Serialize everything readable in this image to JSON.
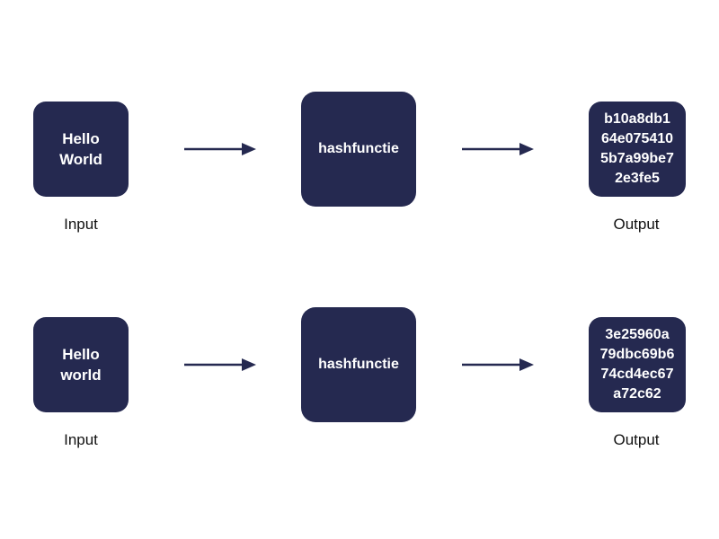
{
  "rows": [
    {
      "input_lines": [
        "Hello",
        "World"
      ],
      "hash_label": "hashfunctie",
      "output_lines": [
        "b10a8db1",
        "64e075410",
        "5b7a99be7",
        "2e3fe5"
      ],
      "input_caption": "Input",
      "output_caption": "Output"
    },
    {
      "input_lines": [
        "Hello",
        "world"
      ],
      "hash_label": "hashfunctie",
      "output_lines": [
        "3e25960a",
        "79dbc69b6",
        "74cd4ec67",
        "a72c62"
      ],
      "input_caption": "Input",
      "output_caption": "Output"
    }
  ],
  "colors": {
    "box_fill": "#252950",
    "box_text": "#ffffff",
    "arrow": "#252950",
    "caption_text": "#111111"
  },
  "icons": {
    "arrow": "arrow-right-icon"
  }
}
